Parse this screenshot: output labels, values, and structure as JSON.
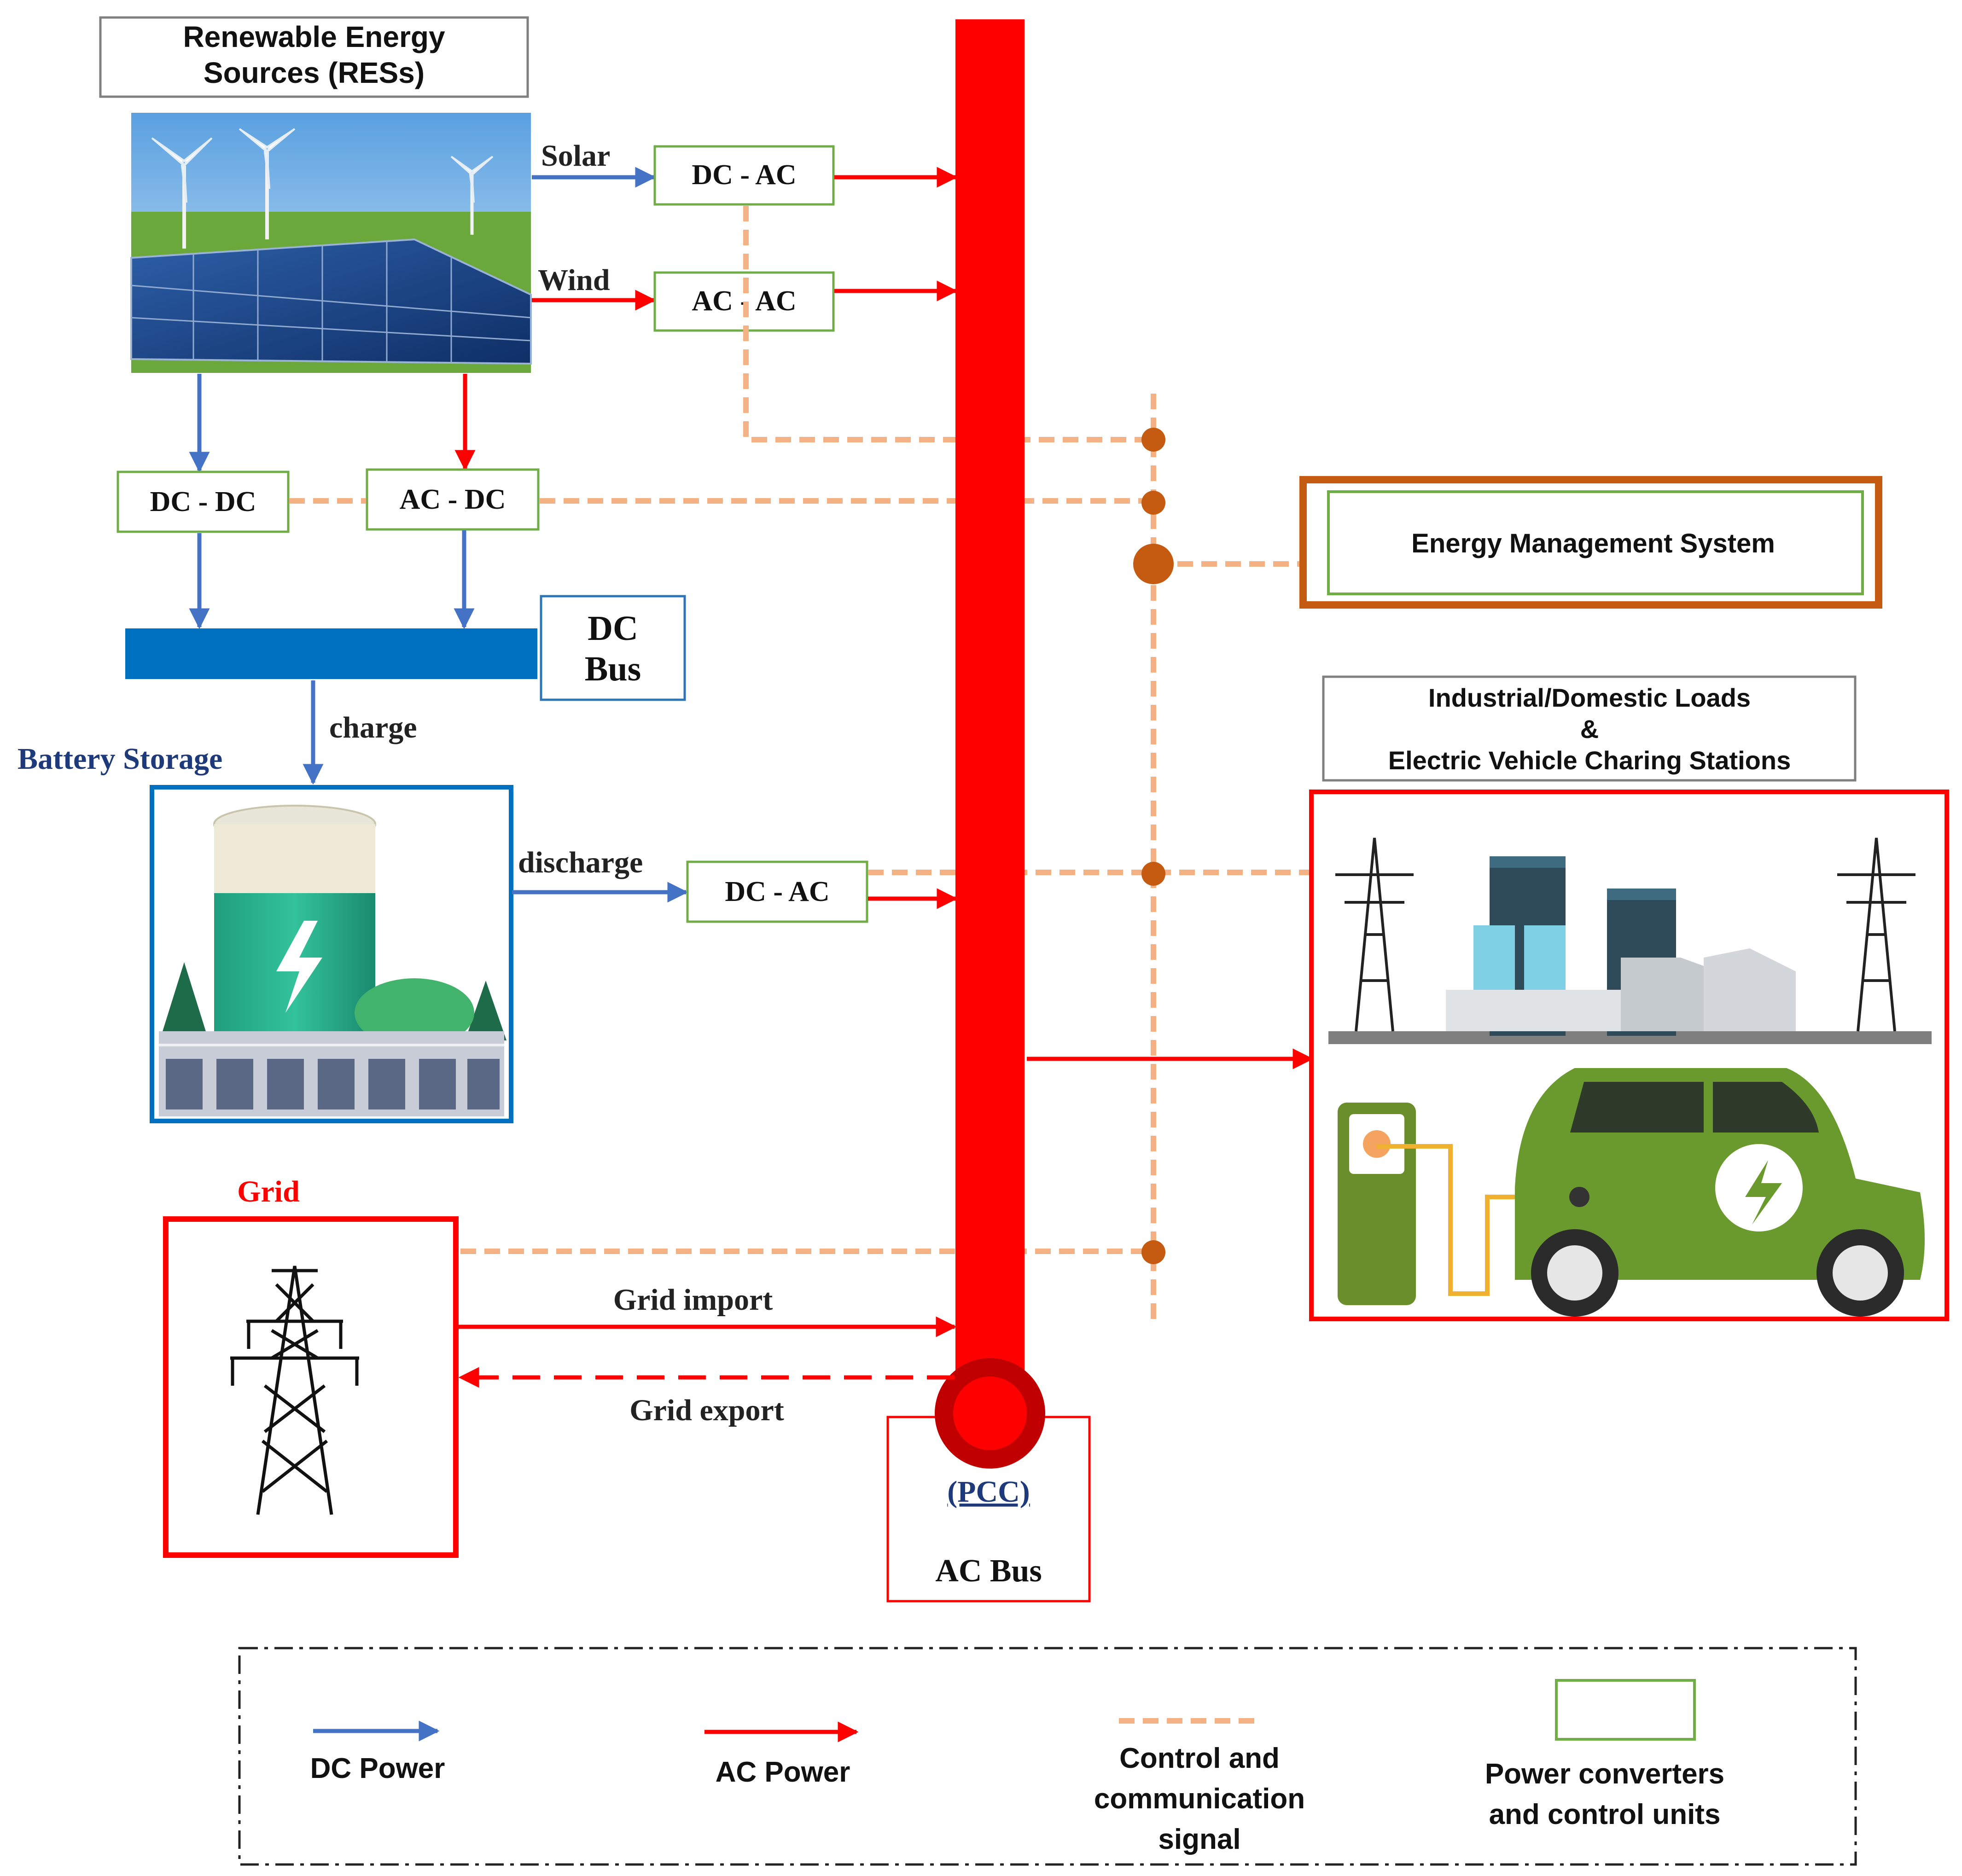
{
  "res": {
    "title_line1": "Renewable Energy",
    "title_line2": "Sources (RESs)"
  },
  "sources": {
    "solar": "Solar",
    "wind": "Wind"
  },
  "converters": {
    "solar_dcac": "DC - AC",
    "wind_acac": "AC - AC",
    "dcdc": "DC - DC",
    "acdc": "AC - DC",
    "battery_dcac": "DC - AC"
  },
  "dc_bus": {
    "line1": "DC",
    "line2": "Bus"
  },
  "battery": {
    "label": "Battery Storage",
    "charge": "charge",
    "discharge": "discharge"
  },
  "ems": {
    "label": "Energy Management  System"
  },
  "loads": {
    "line1": "Industrial/Domestic  Loads",
    "line2": "&",
    "line3": "Electric Vehicle  Charing Stations"
  },
  "grid": {
    "label": "Grid",
    "import": "Grid import",
    "export": "Grid export"
  },
  "ac_bus": {
    "pcc": "(PCC)",
    "label": "AC Bus"
  },
  "legend": {
    "dc_power": "DC Power",
    "ac_power": "AC Power",
    "control_line1": "Control and",
    "control_line2": "communication",
    "control_line3": "signal",
    "converters_line1": "Power converters",
    "converters_line2": "and control units"
  },
  "colors": {
    "dc_power": "#4472c4",
    "ac_power": "#ff0000",
    "control_signal": "#f4b183",
    "converter_border": "#70ad47",
    "ems_border": "#c55a11",
    "ac_bus": "#ff0000",
    "dc_bus": "#0070c0"
  }
}
